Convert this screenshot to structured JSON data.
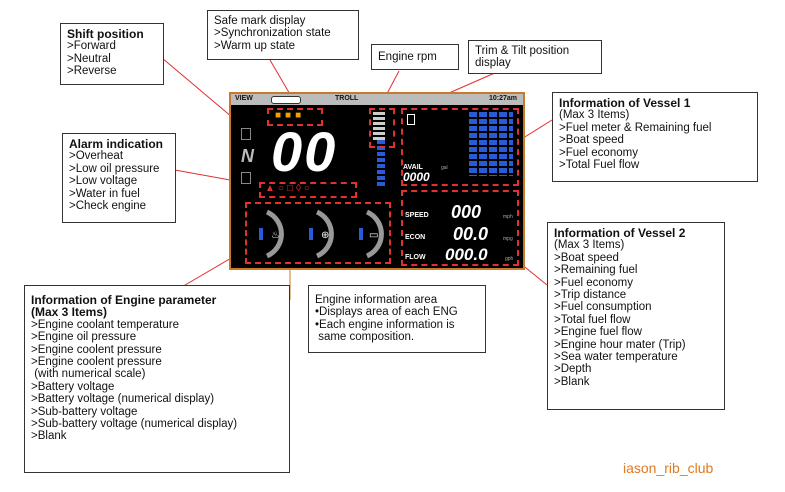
{
  "callouts": {
    "shift": {
      "title": "Shift position",
      "items": [
        ">Forward",
        ">Neutral",
        ">Reverse"
      ]
    },
    "safe": {
      "items": [
        "Safe mark display",
        ">Synchronization state",
        ">Warm up state"
      ]
    },
    "rpm": {
      "title": "Engine rpm"
    },
    "trim": {
      "lines": [
        "Trim & Tilt position",
        "display"
      ]
    },
    "vessel1": {
      "title": "Information of Vessel 1",
      "subtitle": "(Max 3 Items)",
      "items": [
        ">Fuel meter & Remaining fuel",
        ">Boat speed",
        ">Fuel economy",
        ">Total Fuel flow"
      ]
    },
    "alarm": {
      "title": "Alarm indication",
      "items": [
        ">Overheat",
        ">Low oil pressure",
        ">Low voltage",
        ">Water in fuel",
        ">Check engine"
      ]
    },
    "vessel2": {
      "title": "Information of Vessel 2",
      "subtitle": "(Max 3 Items)",
      "items": [
        ">Boat speed",
        ">Remaining fuel",
        ">Fuel economy",
        ">Trip distance",
        ">Fuel consumption",
        ">Total fuel flow",
        ">Engine fuel flow",
        ">Engine hour mater (Trip)",
        ">Sea water temperature",
        ">Depth",
        ">Blank"
      ]
    },
    "engine_info": {
      "lines": [
        "Engine information area",
        "•Displays area of each ENG",
        "•Each engine information is",
        " same composition."
      ]
    },
    "engine_param": {
      "title": "Information of Engine parameter",
      "subtitle": "(Max 3 Items)",
      "items": [
        ">Engine coolant temperature",
        ">Engine oil pressure",
        ">Engine coolent pressure",
        ">Engine coolent pressure",
        " (with numerical scale)",
        ">Battery voltage",
        ">Battery voltage (numerical display)",
        ">Sub-battery voltage",
        ">Sub-battery voltage (numerical display)",
        ">Blank"
      ]
    }
  },
  "screen": {
    "view_label": "VIEW",
    "mode_label": "TROLL",
    "time": "10:27am",
    "gear": "N",
    "rpm_digits": "00",
    "avail_label": "AVAIL",
    "avail_unit": "gal",
    "avail_value": "0000",
    "speed_label": "SPEED",
    "speed_value": "000",
    "speed_unit": "mph",
    "econ_label": "ECON",
    "econ_value": "00.0",
    "econ_unit": "mpg",
    "flow_label": "FLOW",
    "flow_value": "000.0",
    "flow_unit": "gph"
  },
  "watermark": "iason_rib_club",
  "colors": {
    "accent_orange": "#c87a2a",
    "dash_red": "#e03030",
    "watermark": "#e07a20"
  }
}
